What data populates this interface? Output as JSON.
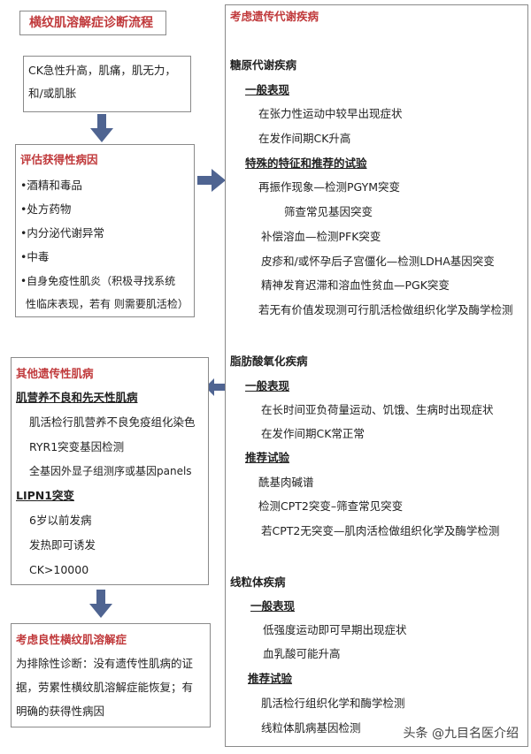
{
  "title": "横纹肌溶解症诊断流程",
  "start": {
    "lines": [
      "CK急性升高，肌痛，肌无力，",
      "和/或肌胀"
    ]
  },
  "acquired": {
    "heading": "评估获得性病因",
    "items": [
      "•酒精和毒品",
      "•处方药物",
      "•内分泌代谢异常",
      "•中毒",
      "•自身免疫性肌炎（积极寻找系统",
      "性临床表现，若有 则需要肌活检）"
    ]
  },
  "hereditary_metabolic": {
    "heading": "考虑遗传代谢疾病",
    "glycogen": {
      "title": "糖原代谢疾病",
      "general_label": "一般表现",
      "general": [
        "在张力性运动中较早出现症状",
        "在发作间期CK升高"
      ],
      "tests_label": "特殊的特征和推荐的试验",
      "tests": [
        "再振作现象—检测PGYM突变",
        "筛查常见基因突变",
        "补偿溶血—检测PFK突变",
        "皮疹和/或怀孕后子宫僵化—检测LDHA基因突变",
        "精神发育迟滞和溶血性贫血—PGK突变",
        "若无有价值发现测可行肌活检做组织化学及酶学检测"
      ]
    },
    "fatty_acid": {
      "title": "脂肪酸氧化疾病",
      "general_label": "一般表现",
      "general": [
        "在长时间亚负荷量运动、饥饿、生病时出现症状",
        "在发作间期CK常正常"
      ],
      "tests_label": "推荐试验",
      "tests": [
        "酰基肉碱谱",
        "检测CPT2突变–筛查常见突变",
        "若CPT2无突变—肌肉活检做组织化学及酶学检测"
      ]
    },
    "mito": {
      "title": "线粒体疾病",
      "general_label": "一般表现",
      "general": [
        "低强度运动即可早期出现症状",
        "血乳酸可能升高"
      ],
      "tests_label": "推荐试验",
      "tests": [
        "肌活检行组织化学和酶学检测",
        "线粒体肌病基因检测"
      ]
    }
  },
  "other": {
    "heading": "其他遗传性肌病",
    "dystrophy_label": "肌营养不良和先天性肌病",
    "dystrophy": [
      "肌活检行肌营养不良免疫组化染色",
      "RYR1突变基因检测",
      "全基因外显子组测序或基因panels"
    ],
    "lipn1_label": "LIPN1突变",
    "lipn1": [
      "6岁以前发病",
      "发热即可诱发",
      "CK>10000"
    ]
  },
  "benign": {
    "heading": "考虑良性横纹肌溶解症",
    "lines": [
      "为排除性诊断：没有遗传性肌病的证",
      "据，劳累性横纹肌溶解症能恢复；有",
      "明确的获得性病因"
    ]
  },
  "watermark": "头条 @九目名医介绍",
  "colors": {
    "heading": "#c0393b",
    "arrow": "#4f6491",
    "border": "#8a8a8a"
  }
}
